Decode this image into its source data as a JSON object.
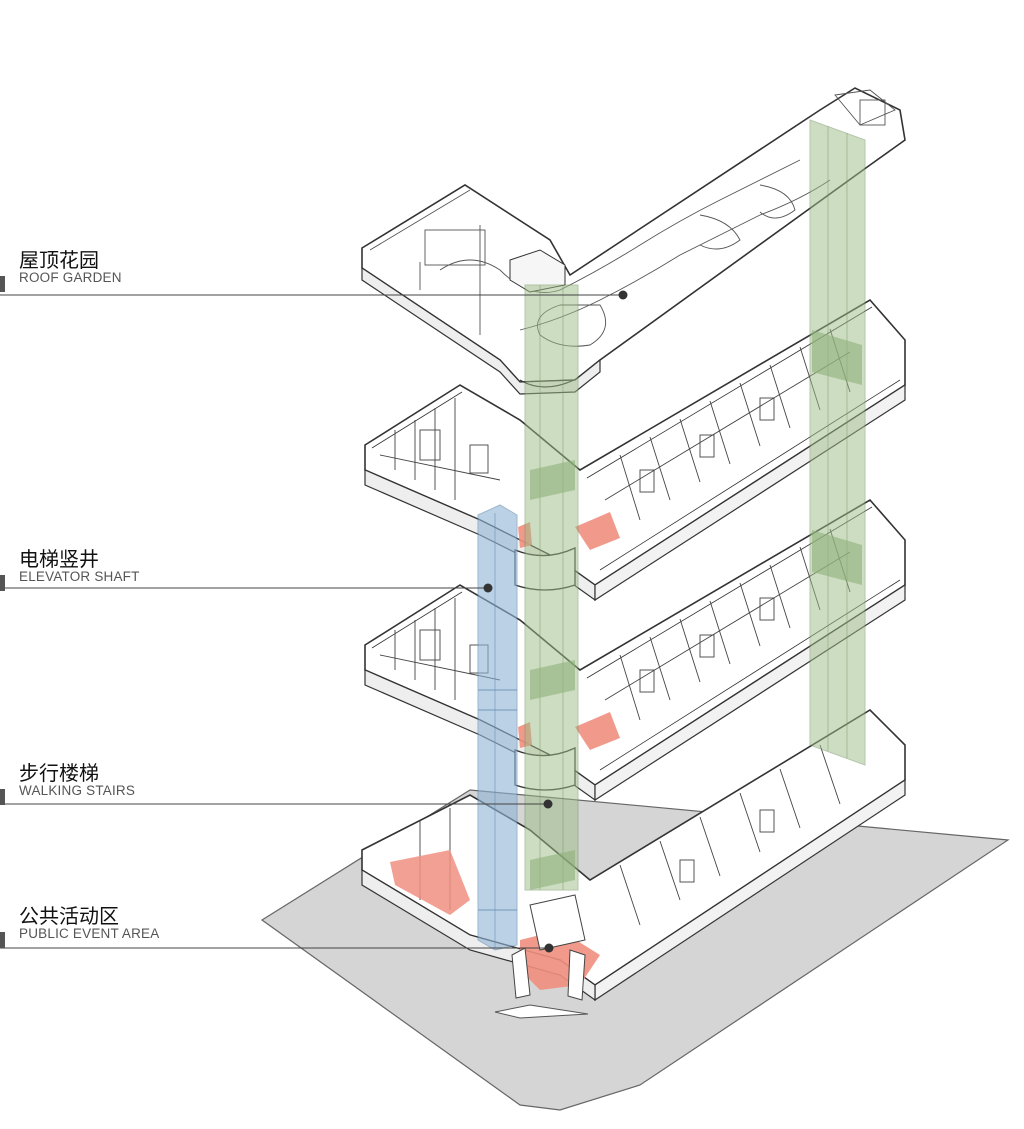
{
  "colors": {
    "ground": "#d5d5d5",
    "floor_fill": "#ffffff",
    "line": "#3a3a3a",
    "stair_core": "#a9c49a",
    "elevator_core": "#9dbcd8",
    "event_area": "#f08f80",
    "leader": "#444444"
  },
  "labels": [
    {
      "zh": "屋顶花园",
      "en": "ROOF GARDEN"
    },
    {
      "zh": "电梯竖井",
      "en": "ELEVATOR SHAFT"
    },
    {
      "zh": "步行楼梯",
      "en": "WALKING STAIRS"
    },
    {
      "zh": "公共活动区",
      "en": "PUBLIC EVENT AREA"
    }
  ]
}
